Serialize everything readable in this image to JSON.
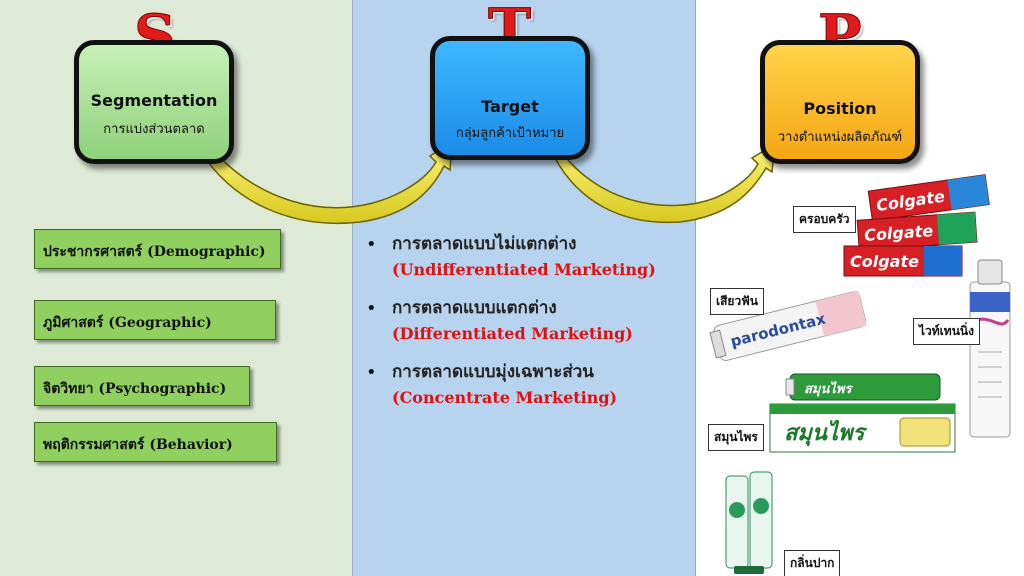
{
  "columns": {
    "s": {
      "letter": "S",
      "title": "Segmentation",
      "subtitle": "การแบ่งส่วนตลาด",
      "items": [
        "ประชากรศาสตร์ (Demographic)",
        "ภูมิศาสตร์ (Geographic)",
        "จิตวิทยา (Psychographic)",
        "พฤติกรรมศาสตร์ (Behavior)"
      ]
    },
    "t": {
      "letter": "T",
      "title": "Target",
      "subtitle": "กลุ่มลูกค้าเป้าหมาย",
      "items": [
        {
          "th": "การตลาดแบบไม่แตกต่าง",
          "en": "(Undifferentiated Marketing)"
        },
        {
          "th": "การตลาดแบบแตกต่าง",
          "en": "(Differentiated Marketing)"
        },
        {
          "th": "การตลาดแบบมุ่งเฉพาะส่วน",
          "en": "(Concentrate Marketing)"
        }
      ]
    },
    "p": {
      "letter": "P",
      "title": "Position",
      "subtitle": "วางตำแหน่งผลิตภัณฑ์",
      "labels": [
        "ครอบครัว",
        "เสียวฟัน",
        "ไวท์เทนนิ่ง",
        "สมุนไพร",
        "กลิ่นปาก"
      ],
      "product_text": {
        "colgate": "Colgate",
        "parodontax": "parodontax",
        "herbal": "สมุนไพร"
      }
    }
  },
  "colors": {
    "s_panel": "#dfead6",
    "t_panel": "#b7d3ee",
    "letter": "#e01b1b",
    "marketing_en": "#e01010",
    "arrow": "#f2ea4a"
  }
}
